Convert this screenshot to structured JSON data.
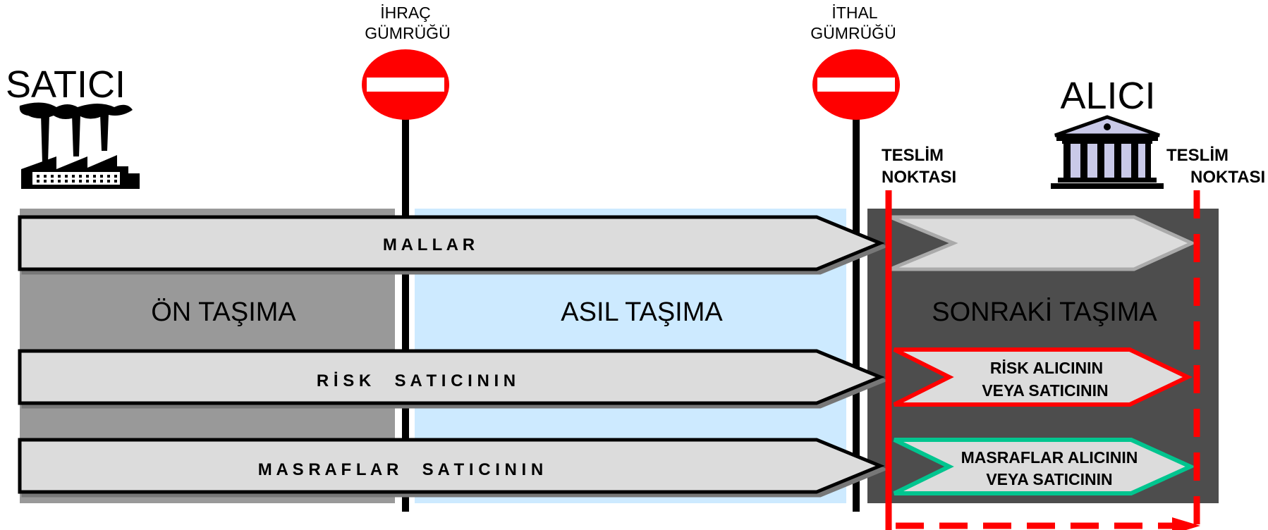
{
  "seller": {
    "title": "SATICI"
  },
  "buyer": {
    "title": "ALICI"
  },
  "customs": {
    "export": {
      "line1": "İHRAÇ",
      "line2": "GÜMRÜĞÜ"
    },
    "import": {
      "line1": "İTHAL",
      "line2": "GÜMRÜĞÜ"
    }
  },
  "delivery_points": {
    "left": {
      "line1": "TESLİM",
      "line2": "NOKTASI"
    },
    "right": {
      "line1": "TESLİM",
      "line2": "NOKTASI"
    }
  },
  "zones": {
    "pre_carriage": "ÖN TAŞIMA",
    "main_carriage": "ASIL TAŞIMA",
    "on_carriage": "SONRAKİ TAŞIMA"
  },
  "arrows": {
    "goods": "M A L L A R",
    "risk": "R İ S K     S A T I C I N I N",
    "costs": "M A S R A F L A R     S A T I C I N I N",
    "risk_after": {
      "line1": "RİSK ALICININ",
      "line2": "VEYA SATICININ"
    },
    "costs_after": {
      "line1": "MASRAFLAR ALICININ",
      "line2": "VEYA SATICININ"
    }
  },
  "colors": {
    "pre_zone": "#999999",
    "main_zone": "#cdeaff",
    "on_zone": "#4d4d4d",
    "arrow_fill": "#dcdcdc",
    "stop_sign": "#ff0000",
    "delivery_line": "#ff0000",
    "costs_border": "#00c58f",
    "bank_fill": "#c9c9e8"
  }
}
